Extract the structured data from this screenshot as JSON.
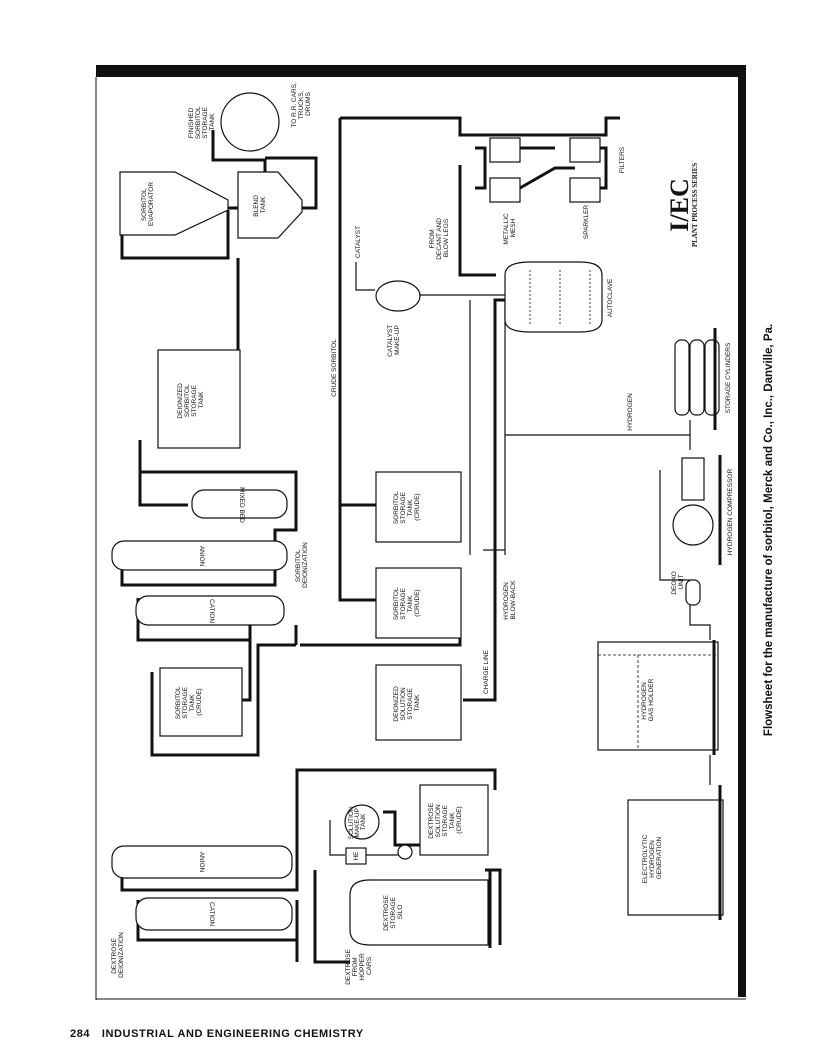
{
  "page": {
    "number": "284",
    "journal": "INDUSTRIAL AND ENGINEERING CHEMISTRY"
  },
  "series": {
    "title": "I/EC",
    "subtitle": "PLANT PROCESS SERIES"
  },
  "caption": "Flowsheet for the manufacture of sorbitol, Merck and Co., Inc., Danville, Pa.",
  "labels": {
    "finished_tank": [
      "FINISHED",
      "SORBITOL",
      "STORAGE",
      "TANK"
    ],
    "to_rr": [
      "TO R.R. CARS,",
      "TRUCKS,",
      "DRUMS"
    ],
    "evaporator": [
      "SORBITOL",
      "EVAPORATOR"
    ],
    "blend_tank": [
      "BLEND",
      "TANK"
    ],
    "deionized_sorbitol": [
      "DEIONIZED",
      "SORBITOL",
      "STORAGE",
      "TANK"
    ],
    "mixed_bed": "MIXED BED",
    "anion": "ANION",
    "cation": "CATION",
    "sorbitol_deion": [
      "SORBITOL",
      "DEIONIZATION"
    ],
    "sorbitol_crude_left": [
      "SORBITOL",
      "STORAGE",
      "TANK",
      "(CRUDE)"
    ],
    "sorbitol_crude_mid1": [
      "SORBITOL",
      "STORAGE",
      "TANK",
      "(CRUDE)"
    ],
    "sorbitol_crude_mid2": [
      "SORBITOL",
      "STORAGE",
      "TANK",
      "(CRUDE)"
    ],
    "deionized_solution": [
      "DEIONIZED",
      "SOLUTION",
      "STORAGE",
      "TANK"
    ],
    "charge_line": "CHARGE LINE",
    "crude_sorbitol": "CRUDE SORBITOL",
    "catalyst": "CATALYST",
    "catalyst_makeup": [
      "CATALYST",
      "MAKE-UP"
    ],
    "from_decant": [
      "FROM",
      "DECANT AND",
      "BLOW LEGS"
    ],
    "metallic_mesh": [
      "METALLIC",
      "MESH"
    ],
    "sparkler": "SPARKLER",
    "filters": "FILTERS",
    "autoclave": "AUTOCLAVE",
    "storage_cylinders": "STORAGE CYLINDERS",
    "hydrogen": "HYDROGEN",
    "hydrogen_compressor": "HYDROGEN COMPRESSOR",
    "deoxo": [
      "DEOXO",
      "UNIT"
    ],
    "hydrogen_blowback": [
      "HYDROGEN",
      "BLOW-BACK"
    ],
    "gas_holder": [
      "HYDROGEN",
      "GAS HOLDER"
    ],
    "electrolytic": [
      "ELECTROLYTIC",
      "HYDROGEN",
      "GENERATION"
    ],
    "dextrose_storage": [
      "DEXTROSE",
      "SOLUTION",
      "STORAGE",
      "TANK",
      "(CRUDE)"
    ],
    "solution_makeup": [
      "SOLUTION",
      "MAKE-UP",
      "TANK"
    ],
    "he": "HE",
    "dextrose_silo": [
      "DEXTROSE",
      "STORAGE",
      "SILO"
    ],
    "dextrose_from": [
      "DEXTROSE",
      "FROM",
      "HOPPER",
      "CARS"
    ],
    "dextrose_deion": [
      "DEXTROSE",
      "DEIONIZATION"
    ]
  }
}
